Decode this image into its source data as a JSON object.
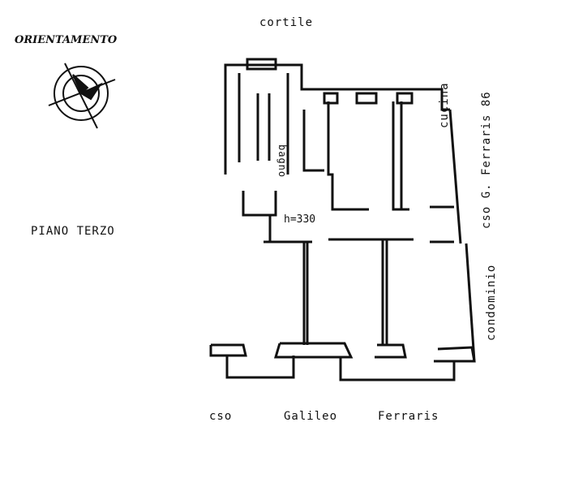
{
  "title": {
    "orientation": "ORIENTAMENTO",
    "floor": "PIANO   TERZO"
  },
  "labels": {
    "courtyard": "cortile",
    "bathroom": "bagno",
    "kitchen": "cucina",
    "height": "h=330",
    "street_east": "cso G. Ferraris 86",
    "neighbor": "condominio",
    "street_south": [
      "cso",
      "Galileo",
      "Ferraris"
    ]
  }
}
